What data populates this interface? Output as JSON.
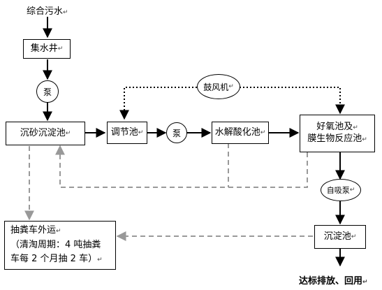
{
  "nodes": {
    "influent": "综合污水",
    "collection_well": "集水井",
    "pump1": "泵",
    "grit_settling": "沉砂沉淀池",
    "regulating_tank": "调节池",
    "pump2": "泵",
    "hydrolysis_tank": "水解酸化池",
    "aerobic_line1": "好氧池及",
    "aerobic_line2": "膜生物反应池",
    "blower": "鼓风机",
    "self_priming_pump": "自吸泵",
    "sedimentation_tank": "沉淀池",
    "sludge_line1": "抽粪车外运",
    "sludge_line2": "（清淘周期：4 吨抽粪",
    "sludge_line3": "车每 2 个月抽 2 车）",
    "effluent": "达标排放、回用"
  },
  "para_mark": "↵"
}
